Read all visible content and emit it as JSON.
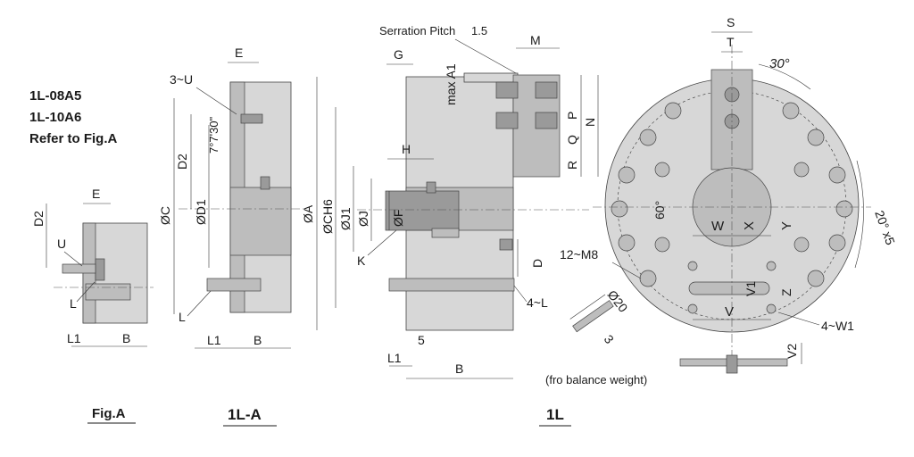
{
  "note": {
    "line1": "1L-08A5",
    "line2": "1L-10A6",
    "line3": "Refer to Fig.A"
  },
  "figures": {
    "figA": "Fig.A",
    "fig1LA": "1L-A",
    "fig1L": "1L"
  },
  "serration": {
    "label": "Serration Pitch",
    "value": "1.5"
  },
  "dims": {
    "E": "E",
    "D2": "D2",
    "U": "U",
    "L": "L",
    "L1": "L1",
    "B": "B",
    "U3": "3~U",
    "angle": "7°7'30\"",
    "C": "ØC",
    "D1": "ØD1",
    "G": "G",
    "maxA1": "max A1",
    "M": "M",
    "P": "P",
    "Q": "Q",
    "R": "R",
    "N": "N",
    "H": "H",
    "A": "ØA",
    "CH6": "ØCH6",
    "J1": "ØJ1",
    "J": "ØJ",
    "F": "ØF",
    "K": "K",
    "D": "D",
    "L4": "4~L",
    "five": "5",
    "S": "S",
    "T": "T",
    "deg30": "30°",
    "x5": "20° x5",
    "deg60": "60°",
    "W": "W",
    "X": "X",
    "Y": "Y",
    "M8": "12~M8",
    "V1": "V1",
    "Z": "Z",
    "V": "V",
    "W1": "4~W1",
    "phi20": "Ø20",
    "three": "3",
    "V2": "V2",
    "balance": "(fro balance weight)"
  }
}
